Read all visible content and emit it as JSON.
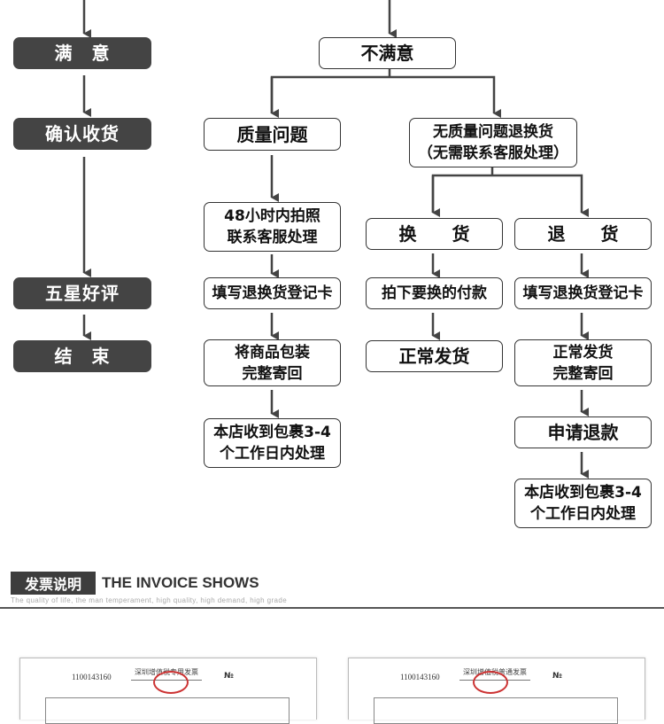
{
  "flow": {
    "satisfied": "满　意",
    "confirm_receipt": "确认收货",
    "five_star": "五星好评",
    "end": "结　束",
    "unsatisfied": "不满意",
    "quality_issue": "质量问题",
    "no_quality_issue": [
      "无质量问题退换货",
      "（无需联系客服处理）"
    ],
    "photo_48h": [
      "48小时内拍照",
      "联系客服处理"
    ],
    "exchange": "换　　货",
    "return": "退　　货",
    "fill_card_1": "填写退换货登记卡",
    "pay_exchange": "拍下要换的付款",
    "fill_card_2": "填写退换货登记卡",
    "pack_return": [
      "将商品包装",
      "完整寄回"
    ],
    "normal_ship": "正常发货",
    "normal_ship_return": [
      "正常发货",
      "完整寄回"
    ],
    "process_1": [
      "本店收到包裹3-4",
      "个工作日内处理"
    ],
    "apply_refund": "申请退款",
    "process_2": [
      "本店收到包裹3-4",
      "个工作日内处理"
    ]
  },
  "invoice_section": {
    "label": "发票说明",
    "title": "THE INVOICE SHOWS",
    "subtitle": "The quality of life, the man temperament, high quality, high demand, high grade",
    "invoices": [
      {
        "number": "1100143160",
        "title": "深圳增值税专用发票",
        "no_label": "№"
      },
      {
        "number": "1100143160",
        "title": "深圳增值税普通发票",
        "no_label": "№"
      }
    ]
  }
}
